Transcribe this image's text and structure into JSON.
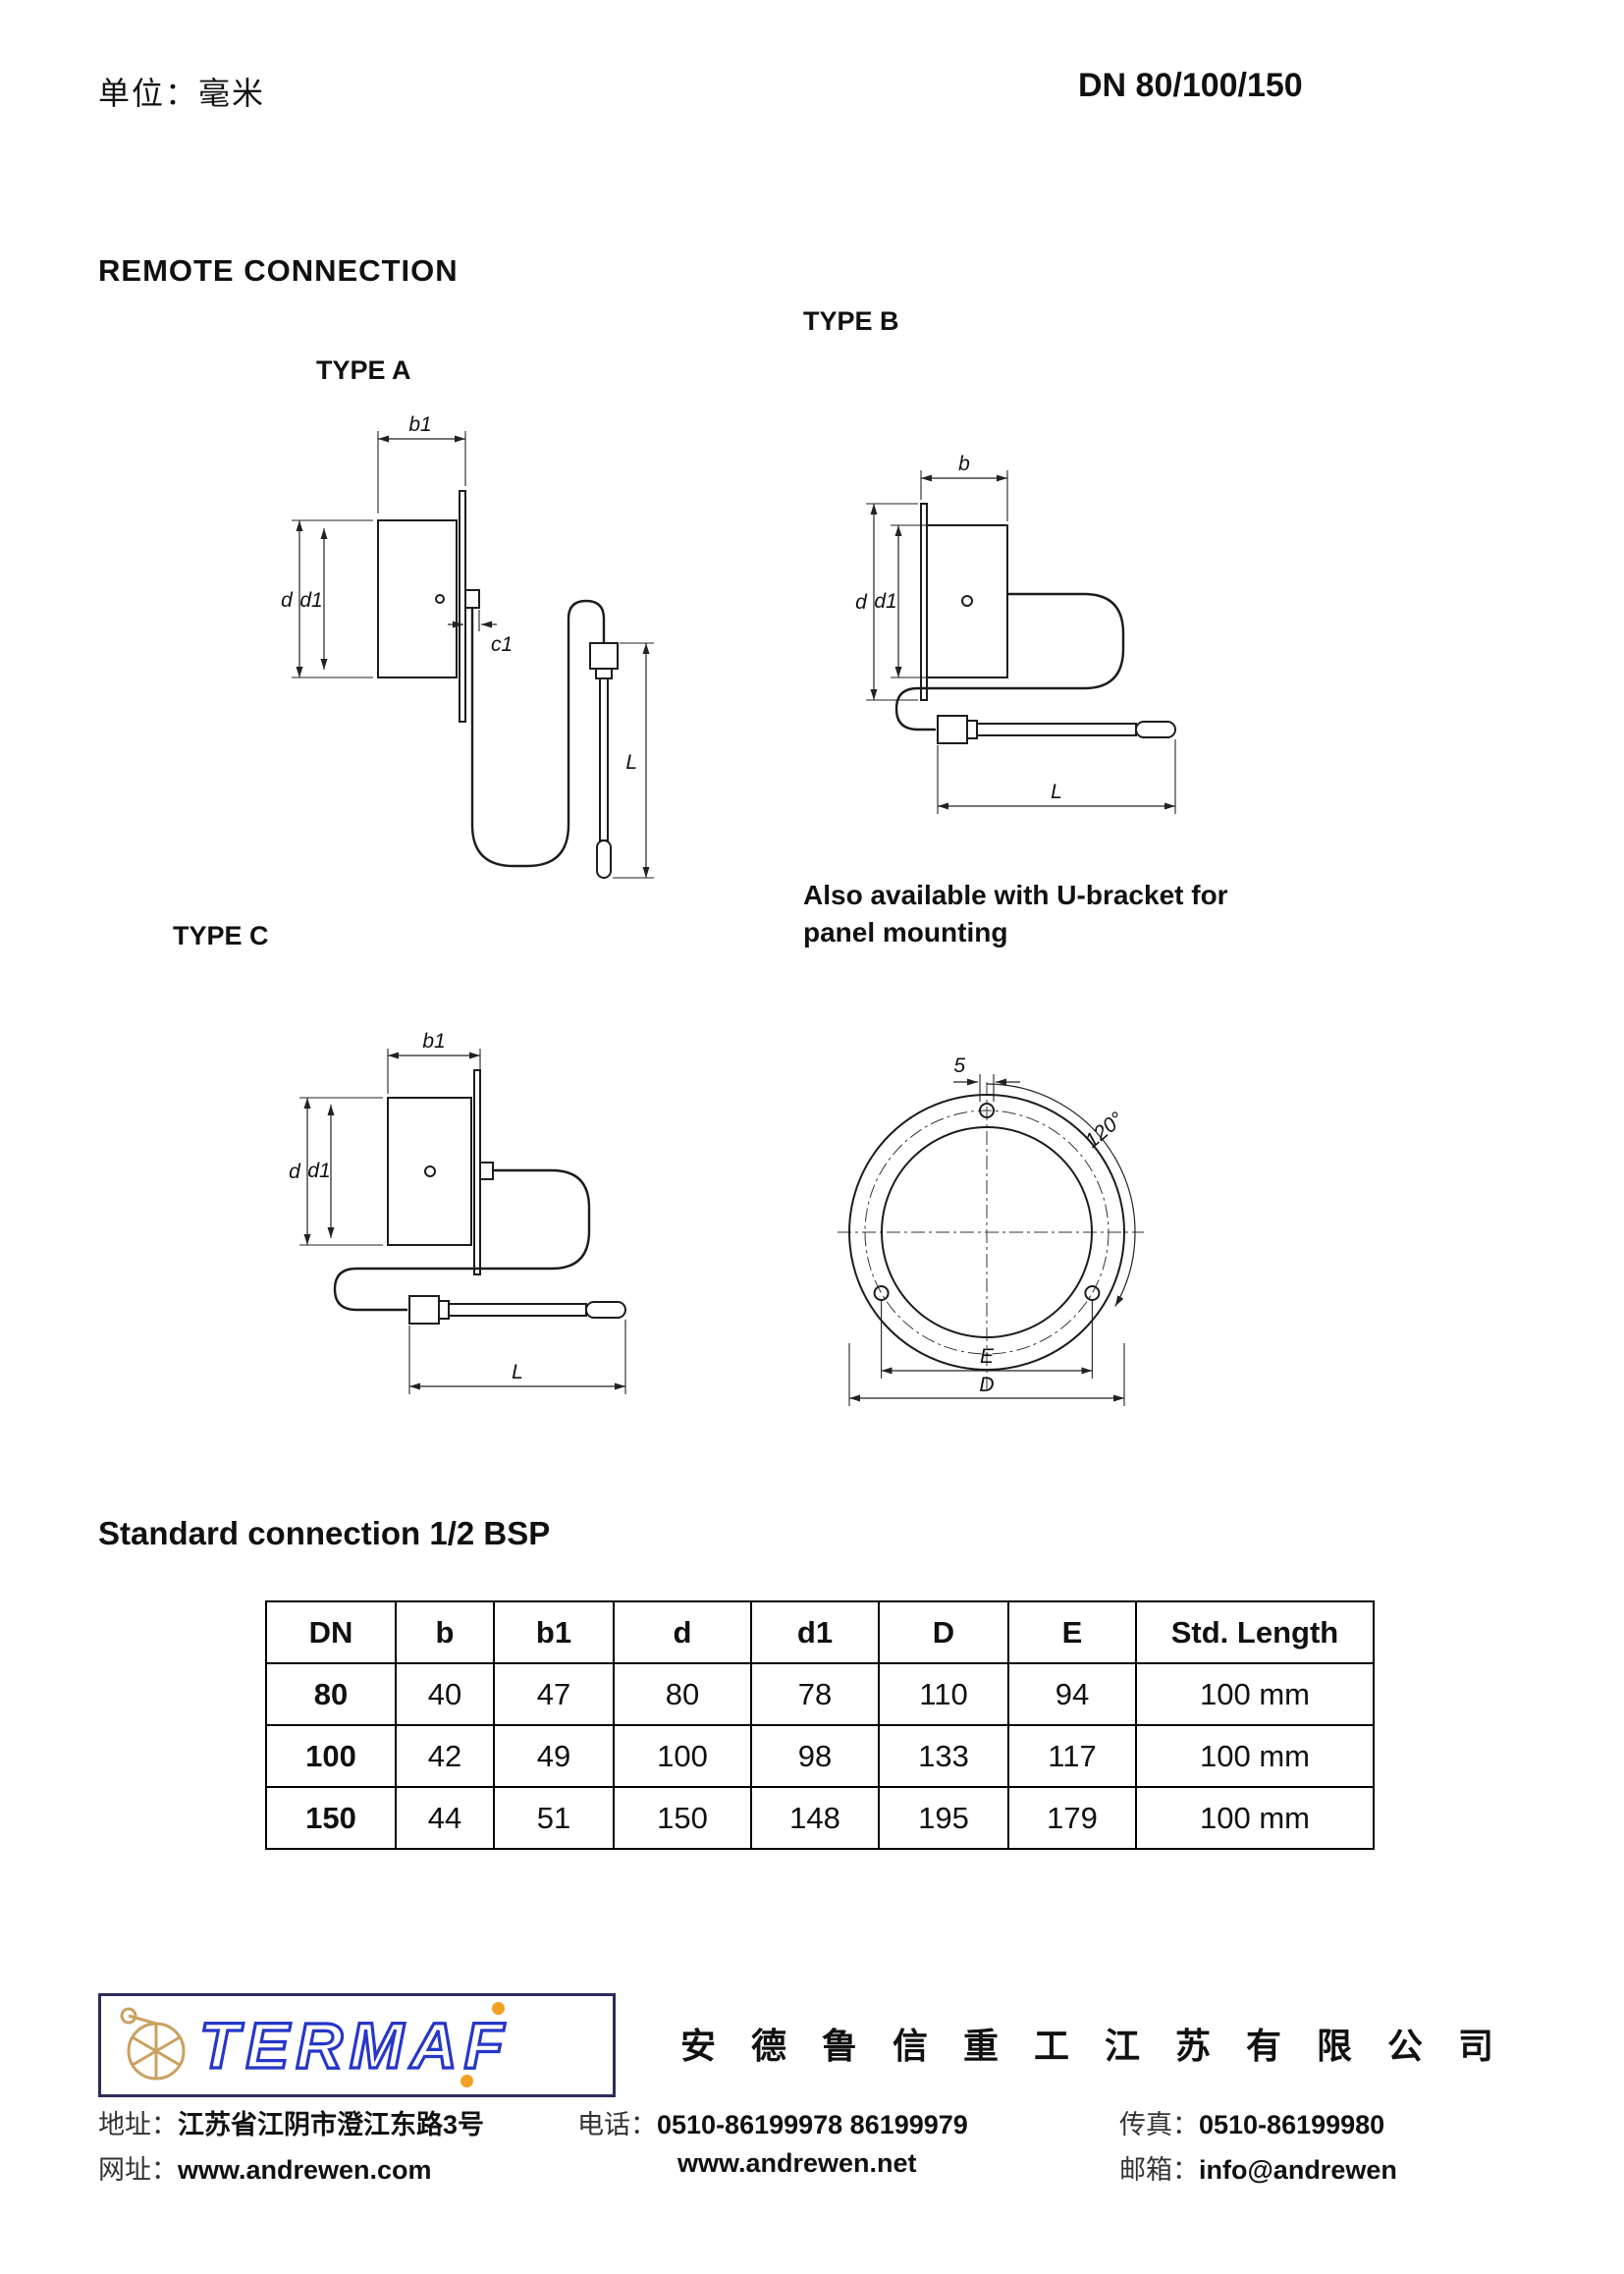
{
  "page": {
    "unit_note": "单位：毫米",
    "dn_title": "DN 80/100/150",
    "section_title": "REMOTE CONNECTION",
    "type_a_label": "TYPE A",
    "type_b_label": "TYPE B",
    "type_c_label": "TYPE C",
    "bracket_note_line1": "Also available with U-bracket for",
    "bracket_note_line2": "panel mounting",
    "connection_title": "Standard connection 1/2 BSP"
  },
  "drawings": {
    "type_a": {
      "b1": "b1",
      "d": "d",
      "d1": "d1",
      "c1": "c1",
      "L": "L"
    },
    "type_b": {
      "b": "b",
      "d": "d",
      "d1": "d1",
      "L": "L"
    },
    "type_c": {
      "b1": "b1",
      "d": "d",
      "d1": "d1",
      "L": "L"
    },
    "flange": {
      "hole": "5",
      "angle": "120°",
      "E": "E",
      "D": "D"
    }
  },
  "table": {
    "headers": [
      "DN",
      "b",
      "b1",
      "d",
      "d1",
      "D",
      "E",
      "Std. Length"
    ],
    "rows": [
      [
        "80",
        "40",
        "47",
        "80",
        "78",
        "110",
        "94",
        "100 mm"
      ],
      [
        "100",
        "42",
        "49",
        "100",
        "98",
        "133",
        "117",
        "100 mm"
      ],
      [
        "150",
        "44",
        "51",
        "150",
        "148",
        "195",
        "179",
        "100 mm"
      ]
    ]
  },
  "footer": {
    "logo_text": "TERMAF",
    "company_cn": "安 德 鲁 信 重 工 江 苏 有 限 公 司",
    "address_label": "地址：",
    "address": "江苏省江阴市澄江东路3号",
    "tel_label": "电话：",
    "tel": "0510-86199978  86199979",
    "fax_label": "传真：",
    "fax": "0510-86199980",
    "web_label": "网址：",
    "web1": "www.andrewen.com",
    "web2": "www.andrewen.net",
    "email_label": "邮箱：",
    "email": "info@andrewen"
  }
}
